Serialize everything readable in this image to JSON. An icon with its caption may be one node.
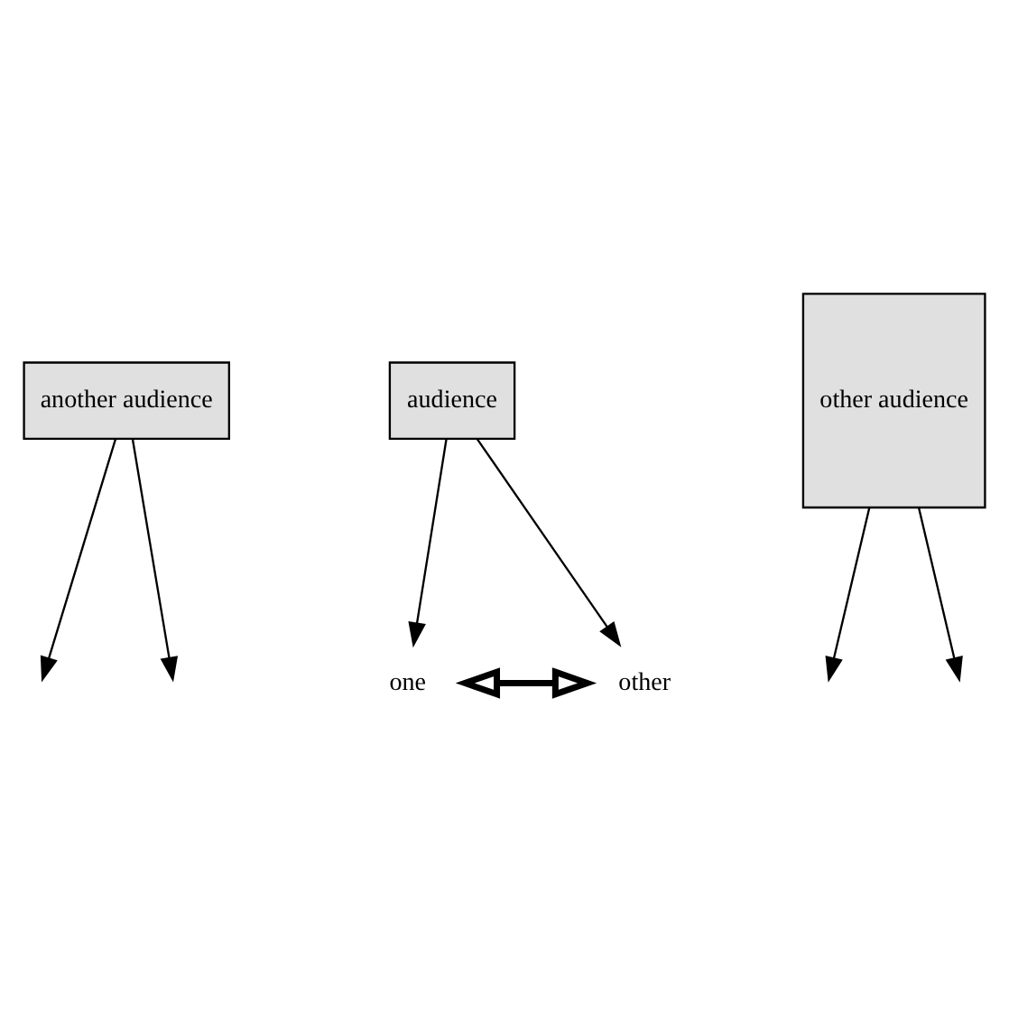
{
  "diagram": {
    "nodes": [
      {
        "text": [
          "another audience"
        ]
      },
      {
        "text": [
          "audience"
        ]
      },
      {
        "text": [
          "other audience"
        ]
      },
      {
        "text": [
          "one"
        ]
      },
      {
        "text": [
          "other"
        ]
      }
    ],
    "edges": [
      {
        "from": 0,
        "to": null,
        "arrow": "to"
      },
      {
        "from": 0,
        "to": null,
        "arrow": "to"
      },
      {
        "from": 2,
        "to": null,
        "arrow": "to"
      },
      {
        "from": 1,
        "to": 3,
        "arrow": "to"
      },
      {
        "from": 1,
        "to": 4,
        "arrow": "to"
      },
      {
        "from": 3,
        "to": 4,
        "arrow": "both",
        "style": "thick"
      },
      {
        "from": 2,
        "to": null,
        "arrow": "to"
      }
    ]
  }
}
